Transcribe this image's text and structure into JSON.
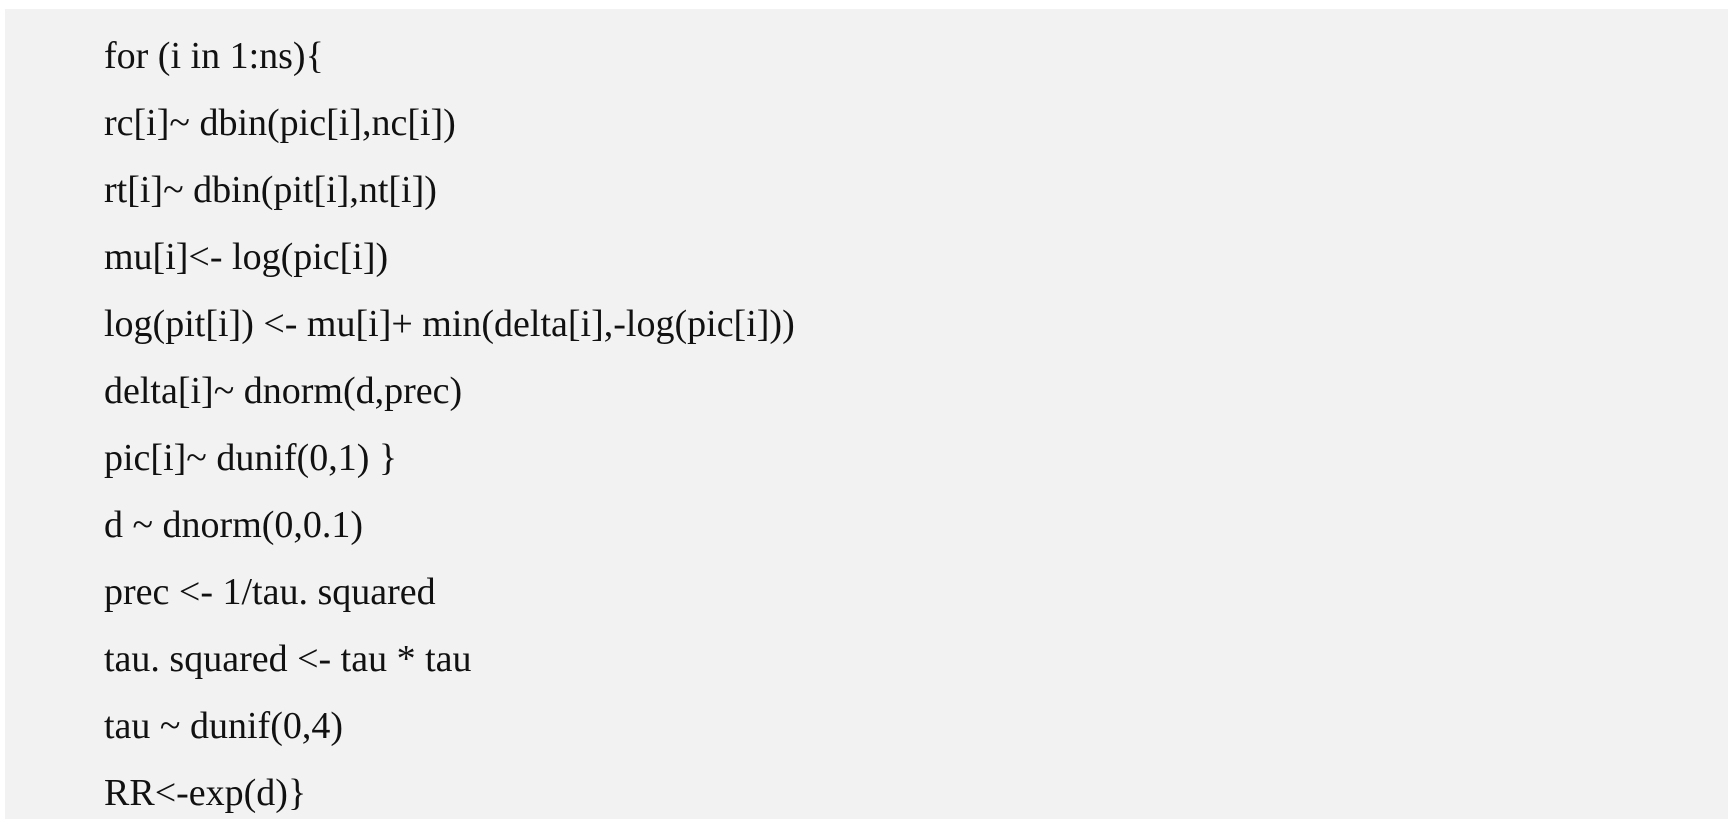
{
  "code": {
    "lines": [
      "for (i in 1:ns){",
      "rc[i]~ dbin(pic[i],nc[i])",
      "rt[i]~ dbin(pit[i],nt[i])",
      "mu[i]<- log(pic[i])",
      "log(pit[i]) <- mu[i]+ min(delta[i],-log(pic[i]))",
      "delta[i]~ dnorm(d,prec)",
      "pic[i]~ dunif(0,1) }",
      "d ~ dnorm(0,0.1)",
      "prec <- 1/tau. squared",
      "tau. squared <- tau * tau",
      "tau ~ dunif(0,4)",
      "RR<-exp(d)}"
    ]
  }
}
